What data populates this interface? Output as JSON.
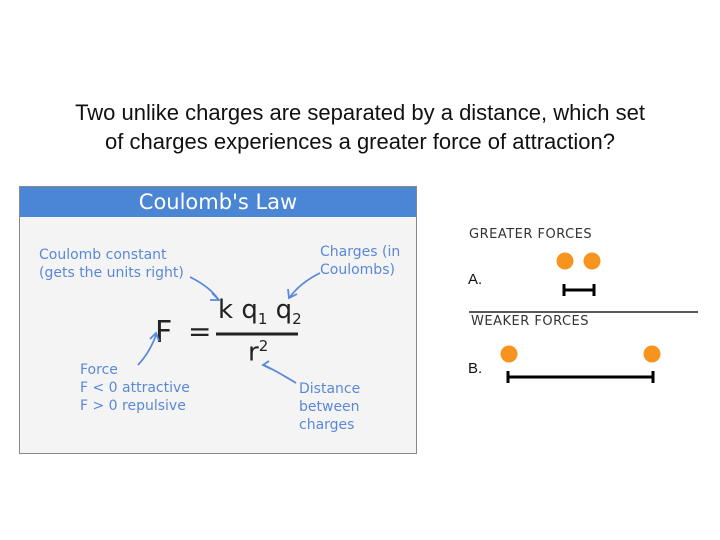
{
  "question": {
    "line1": "Two unlike charges are separated by a distance, which set",
    "line2": "of charges experiences a greater force of attraction?"
  },
  "coulomb": {
    "title": "Coulomb's Law",
    "const_label": [
      "Coulomb constant",
      "(gets the units right)"
    ],
    "charges_label": [
      "Charges (in",
      "Coulombs)"
    ],
    "force_label": [
      "Force",
      "F < 0 attractive",
      "F > 0 repulsive"
    ],
    "distance_label": [
      "Distance",
      "between",
      "charges"
    ],
    "formula": {
      "F": "F",
      "equals": "=",
      "k": "k",
      "q1": "q",
      "q1_sub": "1",
      "q2": "q",
      "q2_sub": "2",
      "r": "r",
      "r_sup": "2"
    }
  },
  "forces": {
    "greater_label": "GREATER FORCES",
    "weaker_label": "WEAKER FORCES",
    "option_a": "A.",
    "option_b": "B."
  },
  "colors": {
    "header": "#4a86d4",
    "handwriting": "#5a88d8",
    "charge": "#f7941d"
  }
}
